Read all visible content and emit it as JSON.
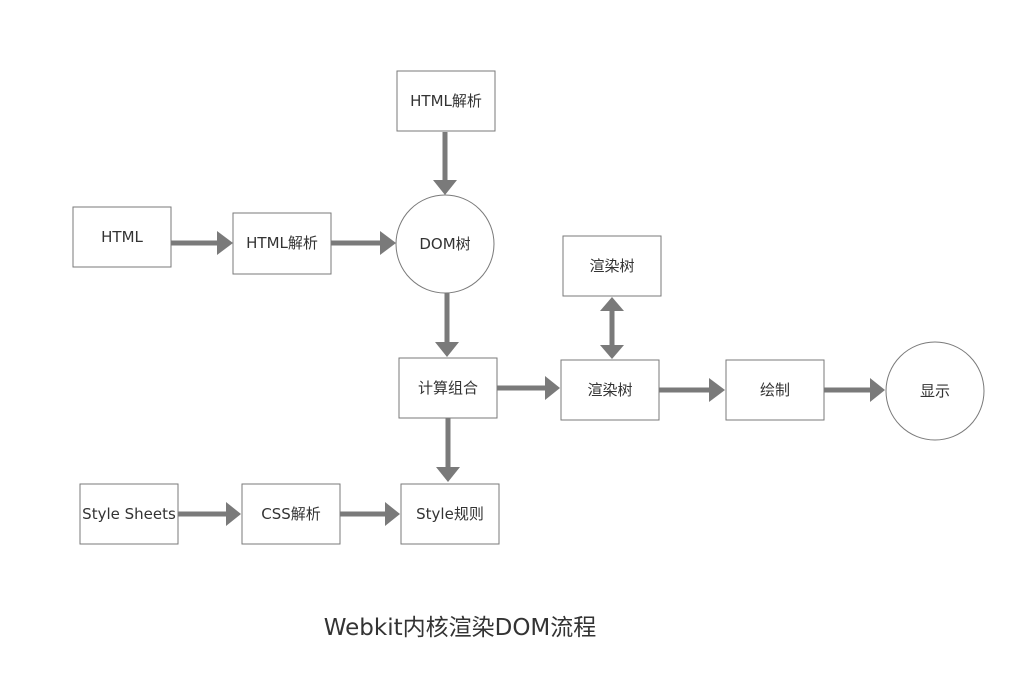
{
  "nodes": {
    "html_source": "HTML",
    "html_parse_top": "HTML解析",
    "html_parse": "HTML解析",
    "dom_tree": "DOM树",
    "compute_combine": "计算组合",
    "render_tree_top": "渲染树",
    "render_tree": "渲染树",
    "paint": "绘制",
    "display": "显示",
    "style_sheets": "Style Sheets",
    "css_parse": "CSS解析",
    "style_rules": "Style规则"
  },
  "caption": "Webkit内核渲染DOM流程"
}
